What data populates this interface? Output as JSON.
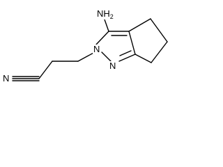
{
  "molecule": {
    "atoms": {
      "amino": {
        "element": "H",
        "count": "2",
        "attached": "N"
      },
      "ring_n1": "N",
      "ring_n2": "N",
      "nitrile_n": "N"
    }
  }
}
